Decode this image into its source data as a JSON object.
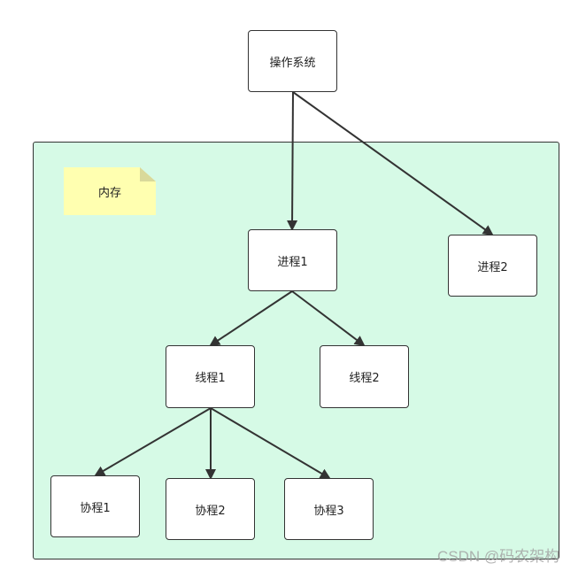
{
  "memory_region": {
    "label": "内存"
  },
  "nodes": {
    "os": "操作系统",
    "process1": "进程1",
    "process2": "进程2",
    "thread1": "线程1",
    "thread2": "线程2",
    "coroutine1": "协程1",
    "coroutine2": "协程2",
    "coroutine3": "协程3"
  },
  "edges": [
    {
      "from": "os",
      "to": "process1"
    },
    {
      "from": "os",
      "to": "process2"
    },
    {
      "from": "process1",
      "to": "thread1"
    },
    {
      "from": "process1",
      "to": "thread2"
    },
    {
      "from": "thread1",
      "to": "coroutine1"
    },
    {
      "from": "thread1",
      "to": "coroutine2"
    },
    {
      "from": "thread1",
      "to": "coroutine3"
    }
  ],
  "colors": {
    "memory_fill": "#d6fae6",
    "note_fill": "#ffffb0",
    "stroke": "#333333"
  },
  "watermark": "CSDN @码农架构"
}
